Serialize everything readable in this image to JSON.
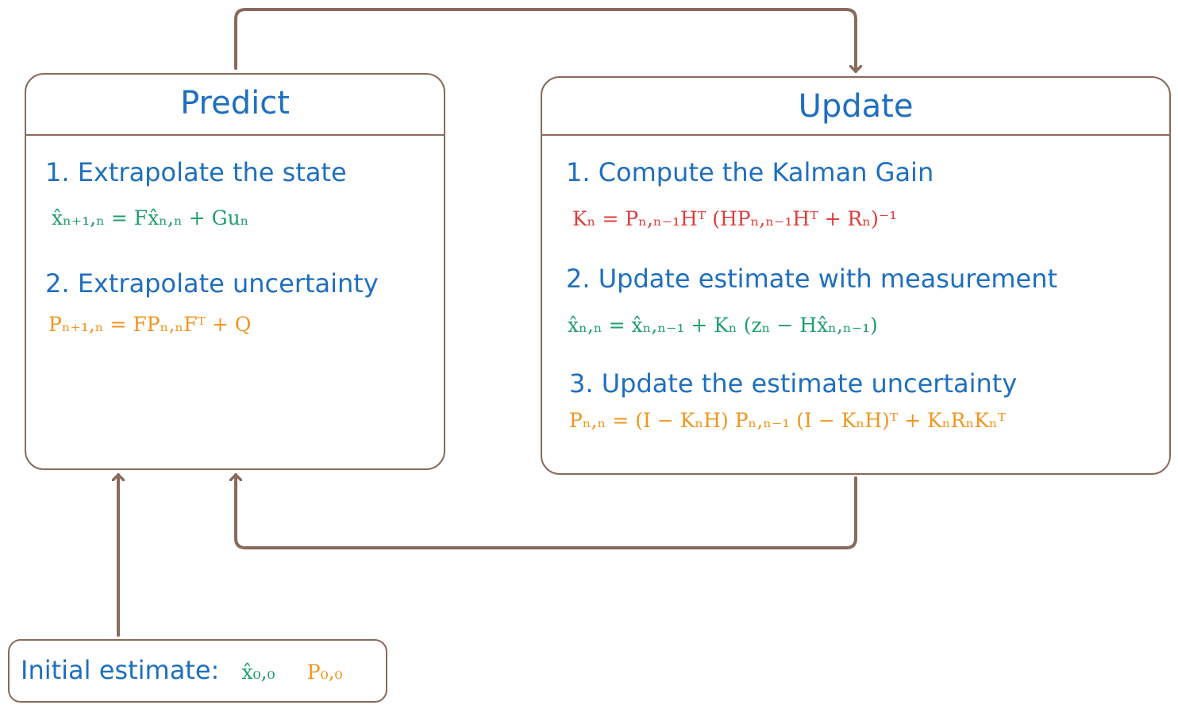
{
  "predict": {
    "title": "Predict",
    "steps": [
      {
        "label": "1. Extrapolate the state",
        "equation": "x̂ₙ₊₁,ₙ = Fx̂ₙ,ₙ + Guₙ"
      },
      {
        "label": "2. Extrapolate uncertainty",
        "equation": "Pₙ₊₁,ₙ = FPₙ,ₙFᵀ + Q"
      }
    ]
  },
  "update": {
    "title": "Update",
    "steps": [
      {
        "label": "1. Compute the Kalman Gain",
        "equation": "Kₙ = Pₙ,ₙ₋₁Hᵀ (HPₙ,ₙ₋₁Hᵀ + Rₙ)⁻¹"
      },
      {
        "label": "2. Update estimate with measurement",
        "equation": "x̂ₙ,ₙ = x̂ₙ,ₙ₋₁ + Kₙ (zₙ − Hx̂ₙ,ₙ₋₁)"
      },
      {
        "label": "3. Update the estimate uncertainty",
        "equation": "Pₙ,ₙ = (I − KₙH) Pₙ,ₙ₋₁ (I − KₙH)ᵀ + KₙRₙKₙᵀ"
      }
    ]
  },
  "initial": {
    "label": "Initial estimate:",
    "state": "x̂₀,₀",
    "covariance": "P₀,₀"
  },
  "colors": {
    "title_blue": "#1f6fbf",
    "state_green": "#1f9e6b",
    "covariance_orange": "#f0961e",
    "gain_red": "#e03c3c",
    "stroke_brown": "#8a6a5c"
  }
}
